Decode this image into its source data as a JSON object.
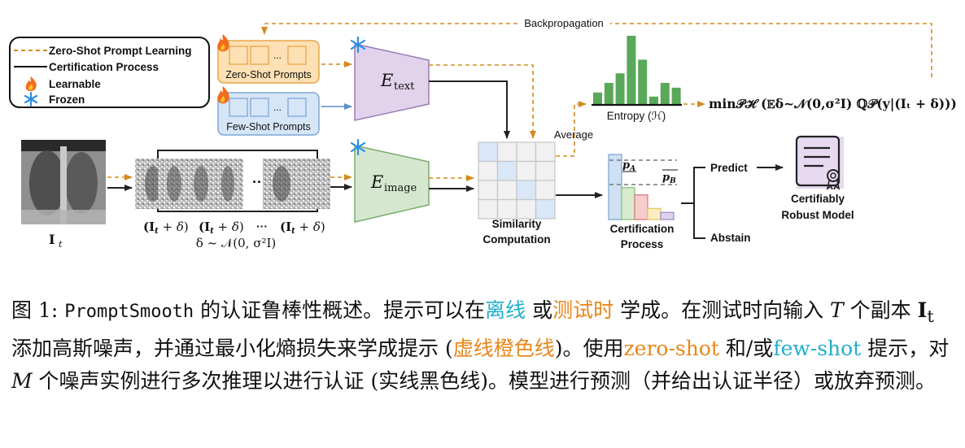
{
  "legend": {
    "items": [
      {
        "label": "Zero-Shot Prompt Learning",
        "style": "dashed-orange"
      },
      {
        "label": "Certification Process",
        "style": "solid-black"
      },
      {
        "label": "Learnable",
        "icon": "fire-icon"
      },
      {
        "label": "Frozen",
        "icon": "snowflake-icon"
      }
    ]
  },
  "prompts": {
    "zero_shot": "Zero-Shot Prompts",
    "few_shot": "Few-Shot Prompts",
    "ellipsis": "..."
  },
  "encoders": {
    "text": {
      "symbol": "E",
      "subscript": "text"
    },
    "image": {
      "symbol": "E",
      "subscript": "image"
    }
  },
  "input": {
    "image_label": "I",
    "image_label_sub": "t",
    "noisy_copy_label": "(I",
    "noisy_copy_rest": " + δ)",
    "ellipsis": "···",
    "noise_dist": "δ ~ 𝒩(0, σ²I)"
  },
  "flow": {
    "backpropagation": "Backpropagation",
    "average": "Average",
    "similarity_l1": "Similarity",
    "similarity_l2": "Computation",
    "entropy_label": "Entropy (ℋ)",
    "objective": "min𝒫ℋ (𝔼δ~𝒩(0,σ²I) ℚ𝒫(y|(Iₜ + δ)))",
    "certification_l1": "Certification",
    "certification_l2": "Process",
    "pA": "pA",
    "pB": "pB",
    "predict": "Predict",
    "abstain": "Abstain",
    "model_l1": "Certifiably",
    "model_l2": "Robust Model"
  },
  "entropy_histogram": {
    "values": [
      0.17,
      0.31,
      0.45,
      1.0,
      0.65,
      0.11,
      0.31,
      0.24
    ]
  },
  "certification_bars": {
    "values": [
      1.0,
      0.49,
      0.38,
      0.17,
      0.11
    ],
    "colors": [
      "#cfe0f3",
      "#d7ebcf",
      "#f6cccc",
      "#fbeec0",
      "#ddd2ec"
    ],
    "borders": [
      "#7fa7d6",
      "#8fc07c",
      "#d98080",
      "#e4c86a",
      "#a48cc9"
    ]
  },
  "colors": {
    "orange": "#d38b1e",
    "blue_arrow": "#5b8fc9",
    "zero_shot_fill": "#fde0b4",
    "zero_shot_border": "#e6a64a",
    "few_shot_fill": "#d6e6f7",
    "few_shot_border": "#7fa7d6",
    "text_encoder_fill": "#e2d3ec",
    "text_encoder_border": "#9a7db5",
    "image_encoder_fill": "#d5e8cf",
    "image_encoder_border": "#7aac6a",
    "entropy_green": "#5aa859",
    "snowflake": "#2b8ee6"
  },
  "caption": {
    "fig": "图 1: ",
    "method": "PromptSmooth",
    "s1": " 的认证鲁棒性概述。提示可以在",
    "offline": "离线",
    "s2": " 或",
    "testtime": "测试时",
    "s3": " 学成。在测试时向输入 ",
    "T": "T",
    "s4": " 个副本 ",
    "It": "I",
    "It_sub": "t",
    "s5": " 添加高斯噪声，并通过最小化熵损失来学成提示 (",
    "dashed_orange": "虚线橙色线",
    "s6": ")。使用",
    "zero_shot": "zero-shot",
    "s7": " 和/或",
    "few_shot": "few-shot",
    "s8": " 提示，对 ",
    "M": "M",
    "s9": " 个噪声实例进行多次推理以进行认证 (实线黑色线)。模型进行预测（并给出认证半径）或放弃预测。"
  }
}
